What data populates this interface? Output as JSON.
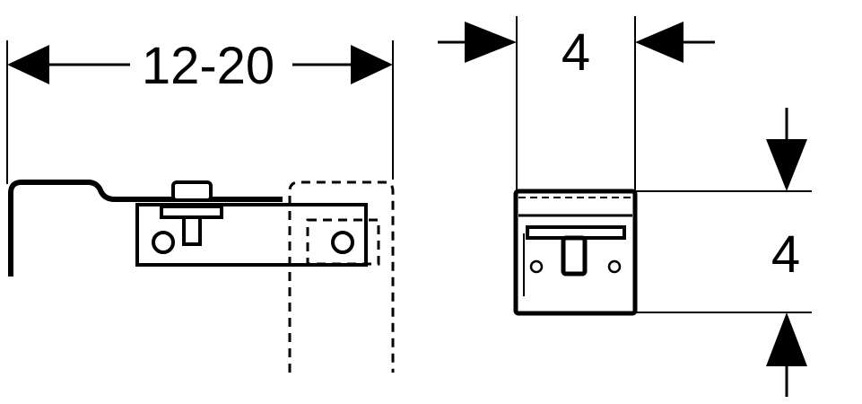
{
  "drawing": {
    "side_view": {
      "dimension_label": "12-20"
    },
    "front_view": {
      "width_label": "4",
      "height_label": "4"
    }
  },
  "colors": {
    "ink": "#000000",
    "background": "#ffffff"
  }
}
